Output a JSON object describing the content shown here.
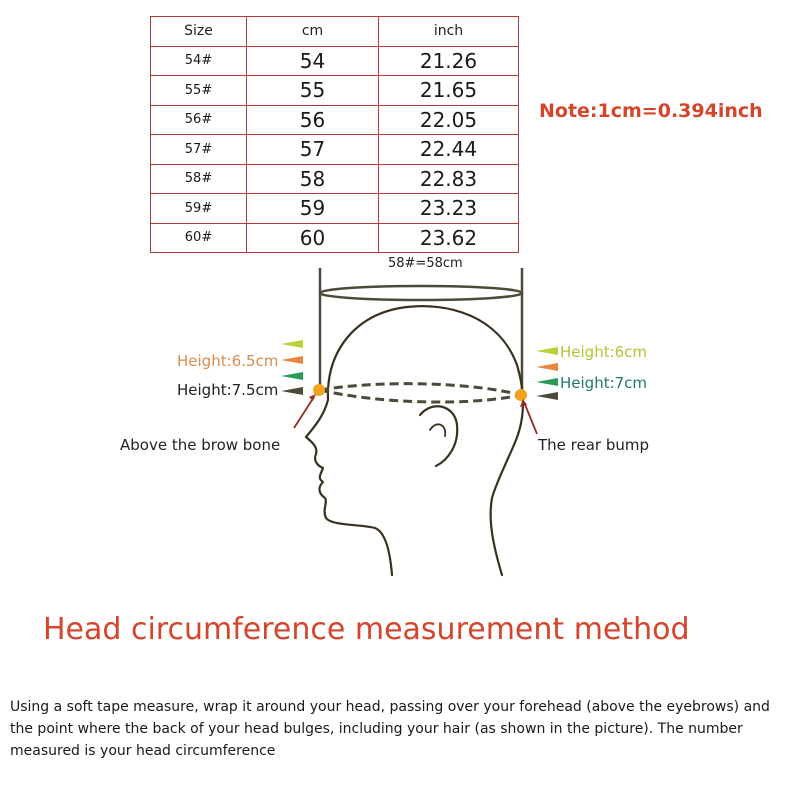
{
  "size_table": {
    "headers": [
      "Size",
      "cm",
      "inch"
    ],
    "rows": [
      {
        "size": "54#",
        "cm": "54",
        "inch": "21.26"
      },
      {
        "size": "55#",
        "cm": "55",
        "inch": "21.65"
      },
      {
        "size": "56#",
        "cm": "56",
        "inch": "22.05"
      },
      {
        "size": "57#",
        "cm": "57",
        "inch": "22.44"
      },
      {
        "size": "58#",
        "cm": "58",
        "inch": "22.83"
      },
      {
        "size": "59#",
        "cm": "59",
        "inch": "23.23"
      },
      {
        "size": "60#",
        "cm": "60",
        "inch": "23.62"
      }
    ]
  },
  "note": "Note:1cm=0.394inch",
  "diagram": {
    "top_label": "58#=58cm",
    "left_height_1": "Height:6.5cm",
    "left_height_2": "Height:7.5cm",
    "right_height_1": "Height:6cm",
    "right_height_2": "Height:7cm",
    "left_point_label": "Above the brow bone",
    "right_point_label": "The rear bump",
    "colors": {
      "lime": "#b5d334",
      "orange": "#e8843c",
      "green": "#2a9a5a",
      "dark": "#4d4a3a",
      "point": "#f5a21b",
      "pointer_arrow": "#9a2a22"
    }
  },
  "heading": "Head circumference measurement method",
  "description": "Using a soft tape measure, wrap it around your head, passing over your forehead (above the eyebrows) and the point where the back of your head bulges, including your hair (as shown in the picture). The number measured is your head circumference"
}
